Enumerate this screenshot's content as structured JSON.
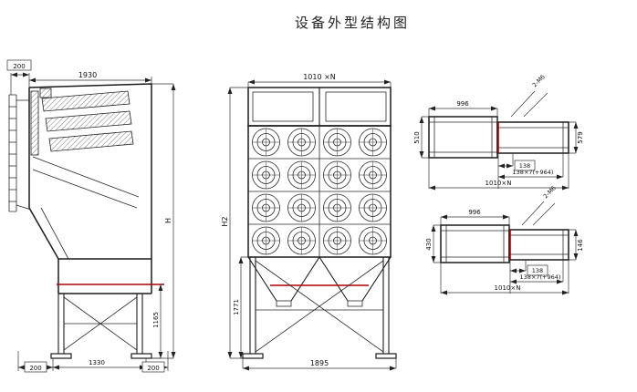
{
  "title": "设备外型结构图",
  "left_view": {
    "dim_inlet_offset": "200",
    "dim_overall_width": "1930",
    "dim_total_height": "H",
    "dim_lower_height": "1165",
    "dim_foot_left": "200",
    "dim_foot_span": "1330",
    "dim_foot_right": "200"
  },
  "front_view": {
    "dim_module_width": "1010 ×N",
    "dim_total_height": "H2",
    "dim_lower_height": "1771",
    "dim_base_width": "1895"
  },
  "detail_top": {
    "dim_width": "996",
    "dim_height_left": "510",
    "dim_height_right": "579",
    "dim_hole_first": "138",
    "dim_hole_pitch": "138×7(+964)",
    "dim_total_length": "1010×N",
    "note": "2-M6"
  },
  "detail_bottom": {
    "dim_width": "996",
    "dim_height_left": "430",
    "dim_height_right": "146",
    "dim_hole_first": "138",
    "dim_hole_pitch": "138×7(+964)",
    "dim_total_length": "1010×N",
    "note": "2-M6"
  }
}
